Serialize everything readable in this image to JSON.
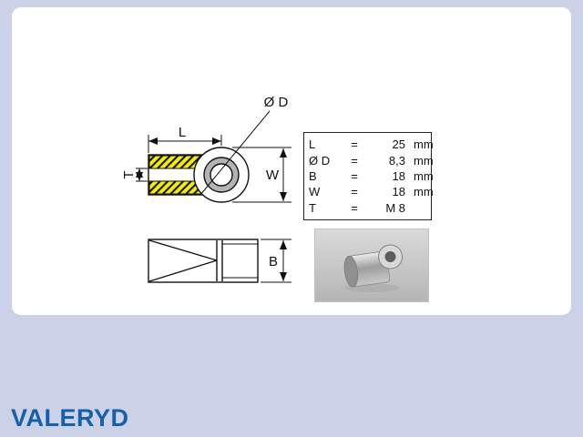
{
  "colors": {
    "background": "#cbd1e7",
    "logo_blue": "#1660ab",
    "hatch_yellow": "#f5ec00",
    "line_black": "#111111"
  },
  "brand": {
    "logo_text": "VALERYD"
  },
  "drawing": {
    "labels": {
      "diameter": "Ø D",
      "length": "L",
      "width": "W",
      "thread": "T",
      "thickness": "B"
    }
  },
  "spec_table": {
    "rows": [
      {
        "param": "L",
        "eq": "=",
        "value": "25",
        "unit": "mm"
      },
      {
        "param": "Ø D",
        "eq": "=",
        "value": "8,3",
        "unit": "mm"
      },
      {
        "param": "B",
        "eq": "=",
        "value": "18",
        "unit": "mm"
      },
      {
        "param": "W",
        "eq": "=",
        "value": "18",
        "unit": "mm"
      },
      {
        "param": "T",
        "eq": "=",
        "value": "M 8",
        "unit": ""
      }
    ]
  }
}
